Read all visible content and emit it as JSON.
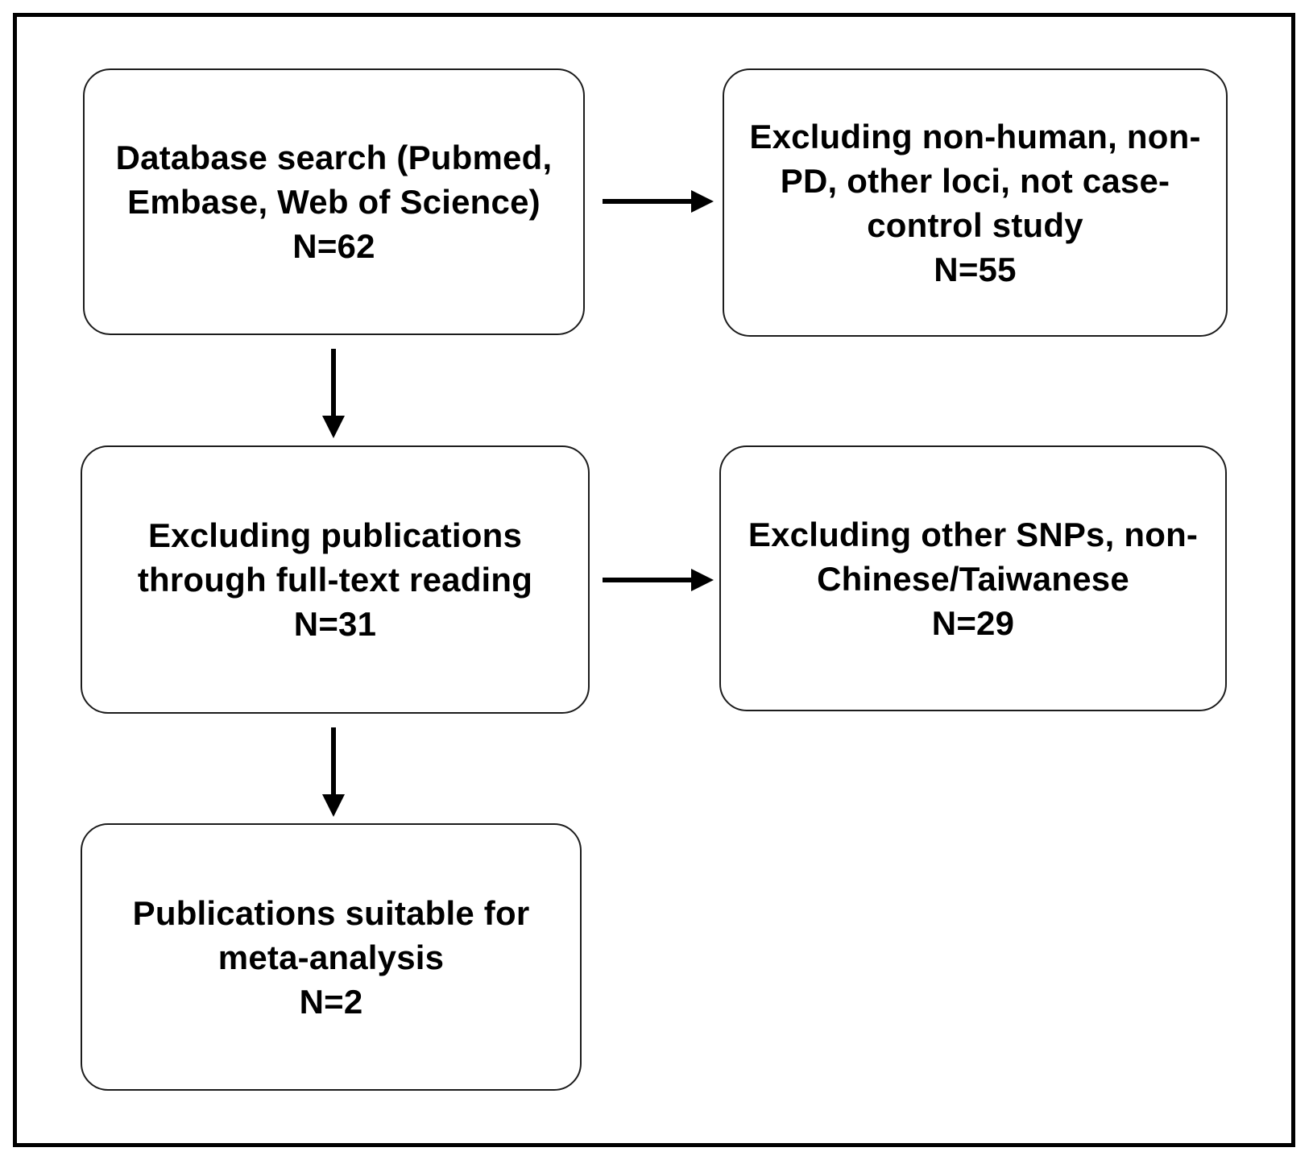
{
  "figure": {
    "type": "flow-diagram",
    "colors": {
      "background": "#ffffff",
      "frame": "#000000",
      "box_border": "#1c1c1c",
      "text": "#000000",
      "arrow": "#000000"
    },
    "nodes": [
      {
        "id": "database-search",
        "lines": [
          "Database search (Pubmed,",
          "Embase, Web of Science)",
          "N=62"
        ]
      },
      {
        "id": "excluding-screening",
        "lines": [
          "Excluding non-human, non-",
          "PD, other loci, not case-",
          "control study",
          "N=55"
        ]
      },
      {
        "id": "excluding-fulltext",
        "lines": [
          "Excluding publications",
          "through full-text reading",
          "N=31"
        ]
      },
      {
        "id": "excluding-snps",
        "lines": [
          "Excluding other SNPs, non-",
          "Chinese/Taiwanese",
          "N=29"
        ]
      },
      {
        "id": "meta-analysis",
        "lines": [
          "Publications suitable for",
          "meta-analysis",
          "N=2"
        ]
      }
    ],
    "edges": [
      {
        "from": "database-search",
        "to": "excluding-screening",
        "direction": "right"
      },
      {
        "from": "database-search",
        "to": "excluding-fulltext",
        "direction": "down"
      },
      {
        "from": "excluding-fulltext",
        "to": "excluding-snps",
        "direction": "right"
      },
      {
        "from": "excluding-fulltext",
        "to": "meta-analysis",
        "direction": "down"
      }
    ]
  }
}
